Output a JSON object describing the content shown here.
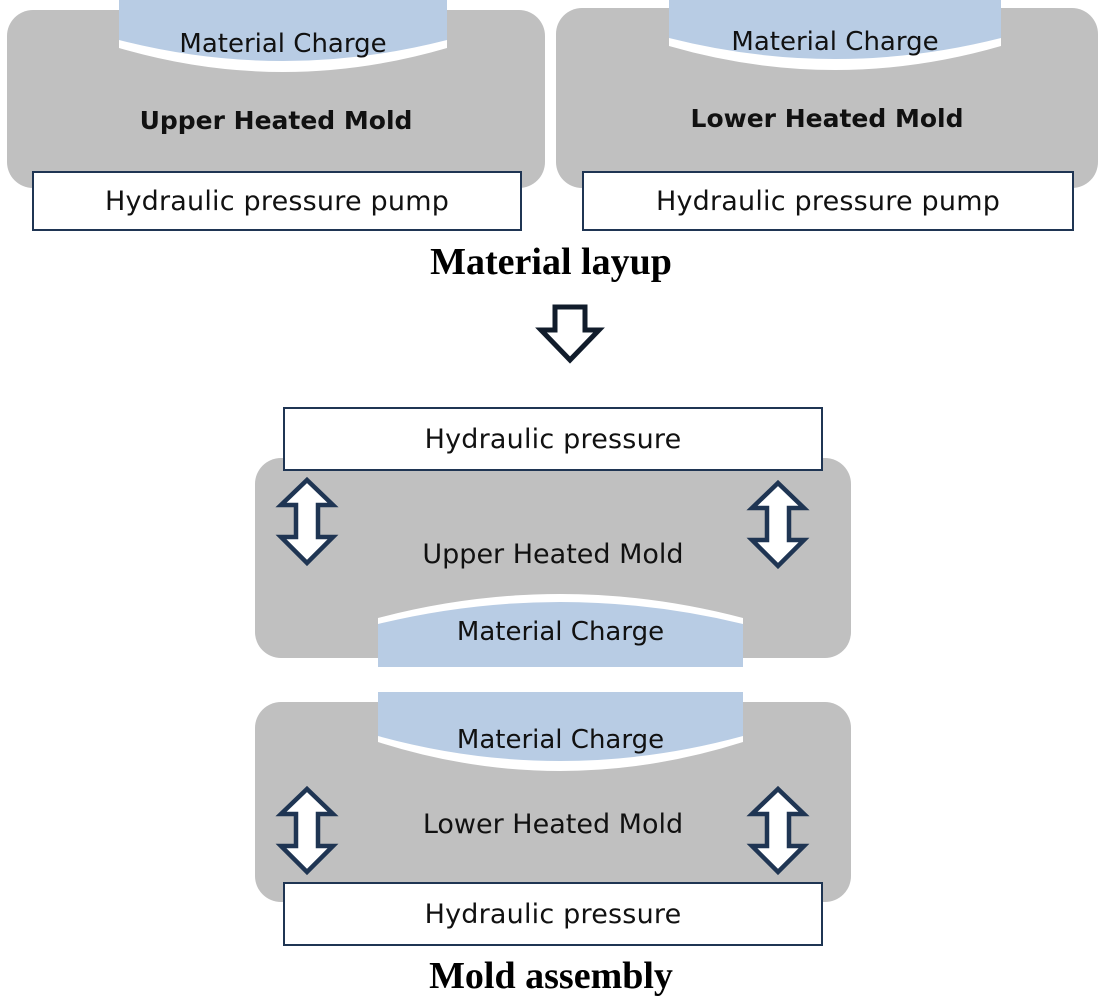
{
  "colors": {
    "mold_fill": "#c0c0c0",
    "charge_fill": "#b8cce4",
    "box_border": "#1f3553",
    "arrow_outline": "#1f3553",
    "arrow_fill": "#ffffff"
  },
  "stage1": {
    "caption": "Material layup",
    "left_panel": {
      "charge_label": "Material Charge",
      "mold_label": "Upper Heated Mold",
      "pump_label": "Hydraulic pressure pump"
    },
    "right_panel": {
      "charge_label": "Material Charge",
      "mold_label": "Lower Heated Mold",
      "pump_label": "Hydraulic pressure pump"
    }
  },
  "transition_arrow": "down-arrow-icon",
  "stage2": {
    "caption": "Mold assembly",
    "top_pressure_label": "Hydraulic pressure",
    "upper_mold_label": "Upper Heated Mold",
    "upper_charge_label": "Material Charge",
    "lower_charge_label": "Material Charge",
    "lower_mold_label": "Lower Heated Mold",
    "bottom_pressure_label": "Hydraulic pressure",
    "arrows": [
      "double-vertical-arrow-icon",
      "double-vertical-arrow-icon",
      "double-vertical-arrow-icon",
      "double-vertical-arrow-icon"
    ]
  }
}
